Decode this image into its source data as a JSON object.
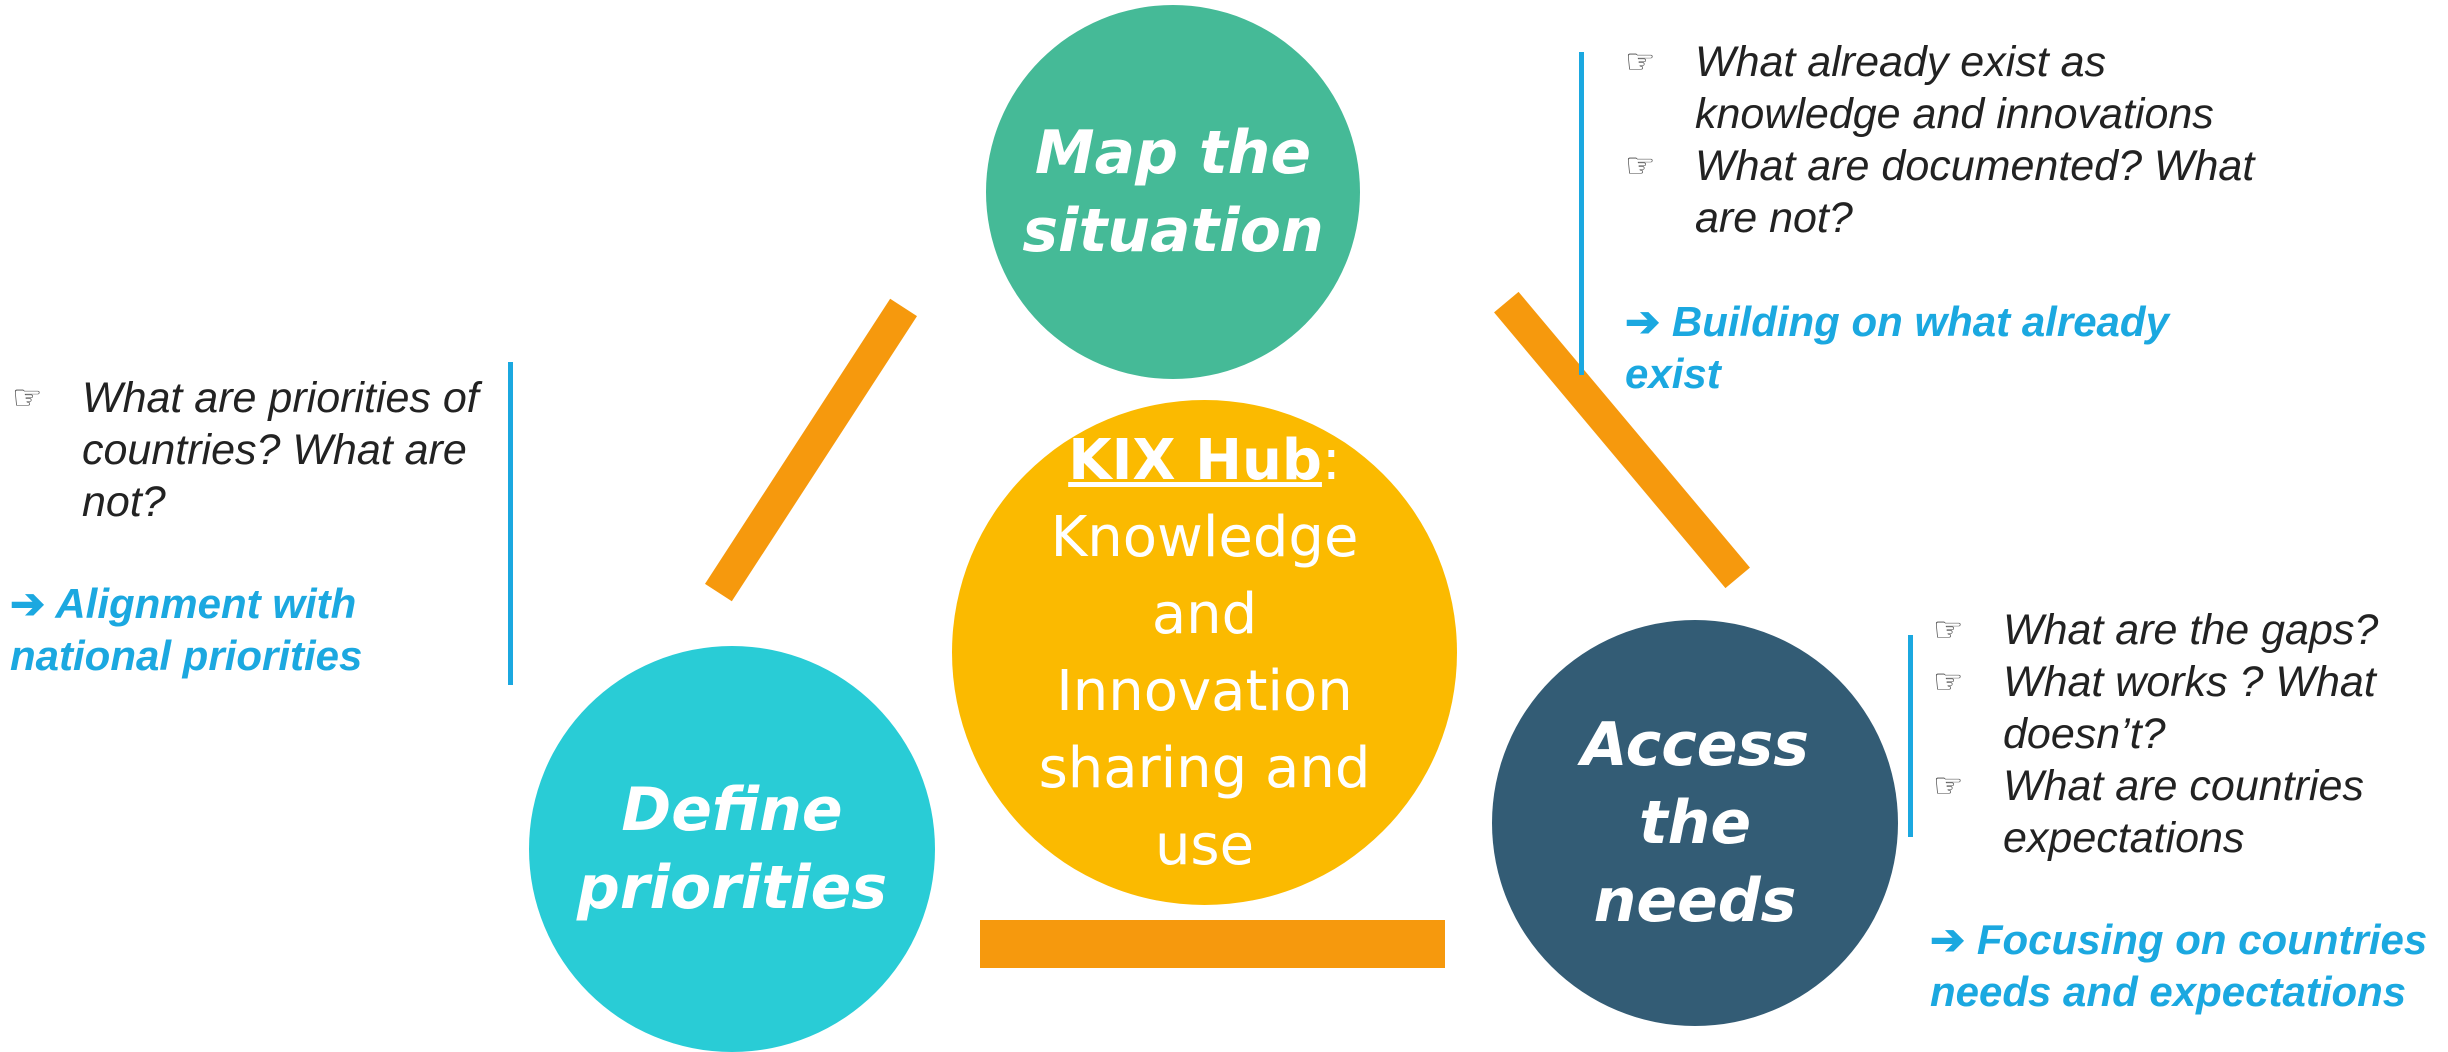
{
  "center": {
    "hub_title": "KIX Hub",
    "colon": ":",
    "description": "Knowledge and Innovation sharing and use"
  },
  "nodes": {
    "map": {
      "label": "Map the\nsituation",
      "color": "#45BA97"
    },
    "define": {
      "label": "Define\npriorities",
      "color": "#29CCD6"
    },
    "access": {
      "label": "Access\nthe\nneeds",
      "color": "#335C75"
    }
  },
  "center_color": "#FBBA00",
  "connector_color": "#F6990D",
  "accent_color": "#1BA8E0",
  "hand_icon": "pointing-hand-icon",
  "arrow_icon": "right-arrow-icon",
  "panels": {
    "map": {
      "questions": [
        "What already exist as knowledge and innovations",
        "What are documented? What are not?"
      ],
      "outcome": "Building on what already exist"
    },
    "define": {
      "questions": [
        "What are priorities of countries? What are not?"
      ],
      "outcome": "Alignment with national priorities"
    },
    "access": {
      "questions": [
        "What are the gaps?",
        "What works ? What doesn’t?",
        "What are countries expectations"
      ],
      "outcome": "Focusing on countries needs and expectations"
    }
  }
}
